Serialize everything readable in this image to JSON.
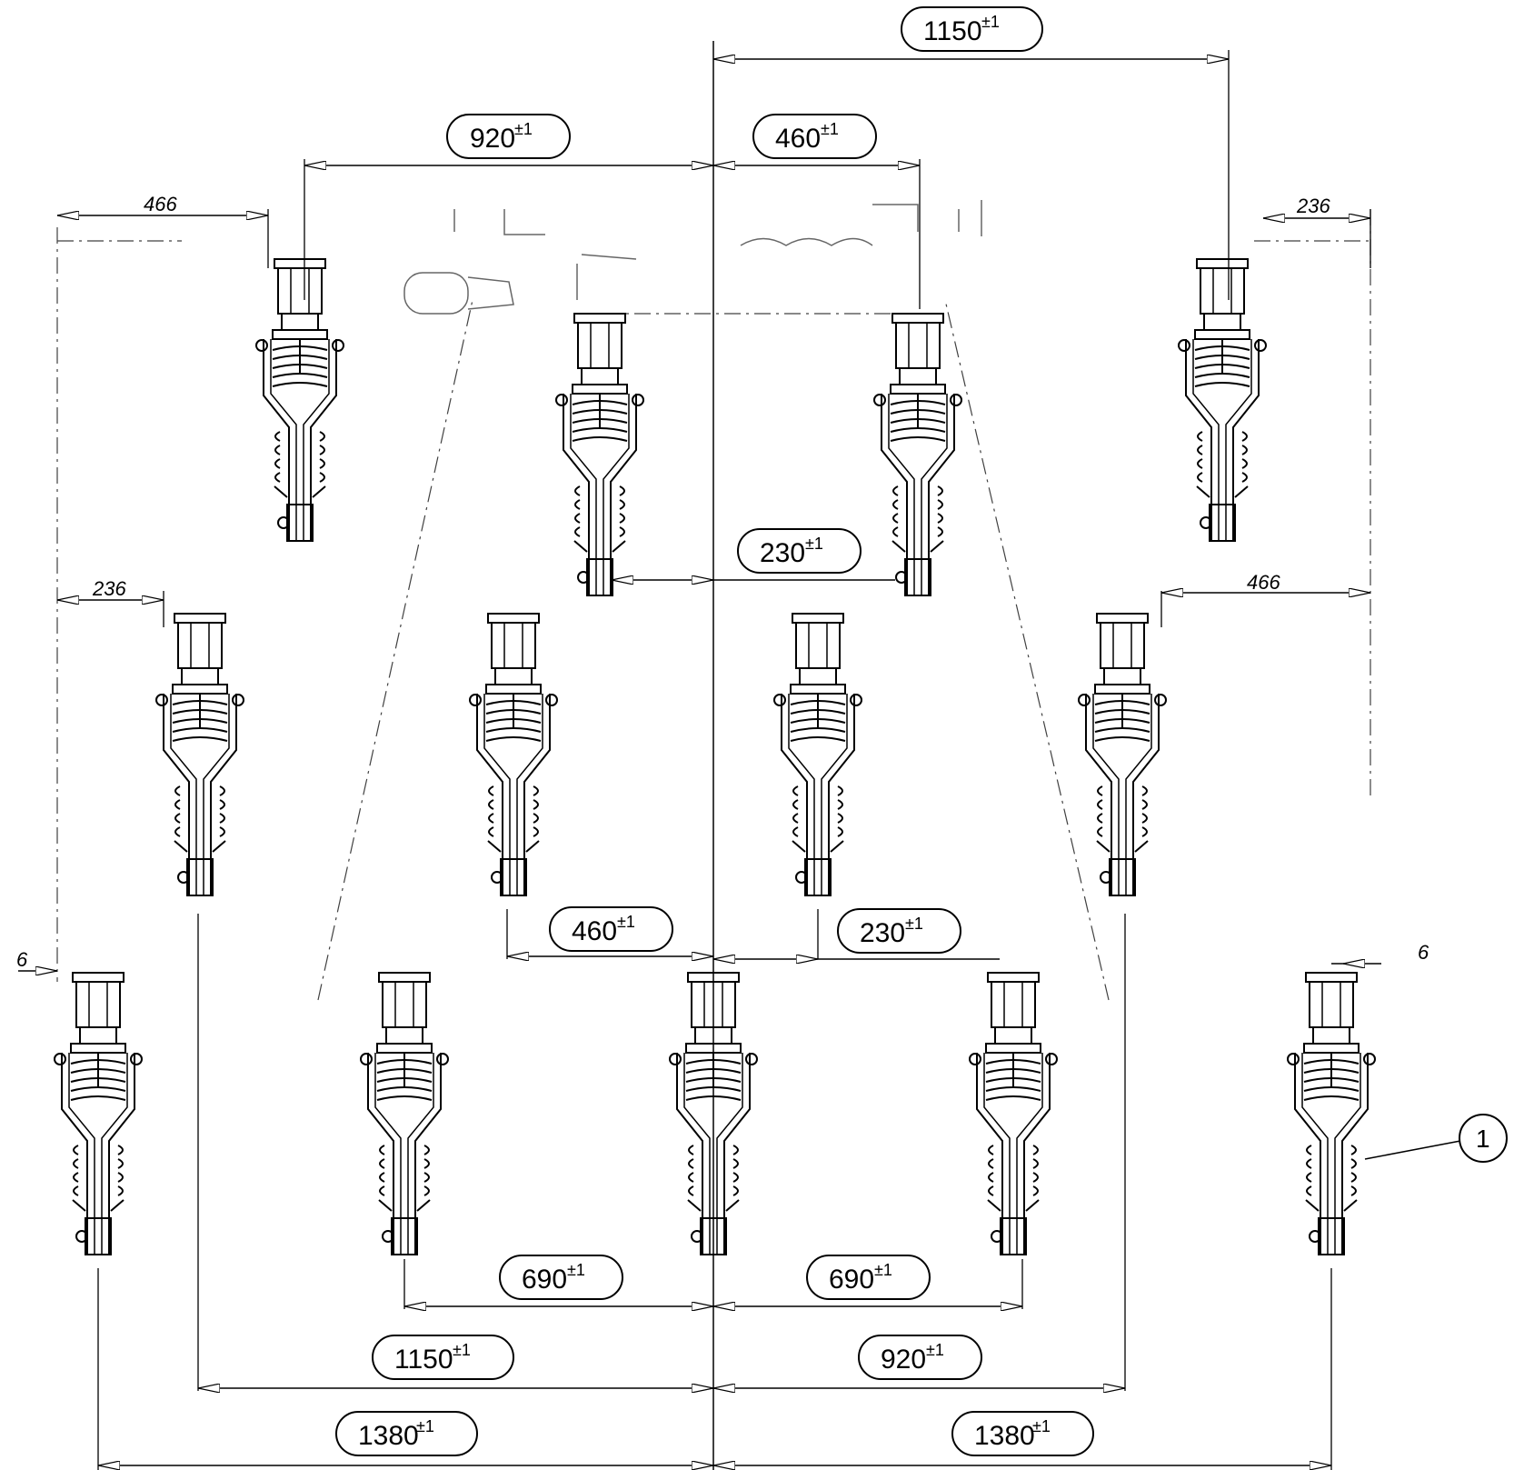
{
  "tolerance": "±1",
  "dimensions": {
    "top_1150": "1150",
    "top_920": "920",
    "top_460": "460",
    "mid_230": "230",
    "low_460": "460",
    "low_230": "230",
    "bot_690_left": "690",
    "bot_690_right": "690",
    "bot_1150": "1150",
    "bot_920": "920",
    "bot_1380_left": "1380",
    "bot_1380_right": "1380"
  },
  "small_dims": {
    "top_left_466": "466",
    "top_right_236": "236",
    "mid_left_236": "236",
    "mid_right_466": "466",
    "bottom_left_6": "6",
    "bottom_right_6": "6"
  },
  "callout": {
    "label": "1"
  }
}
